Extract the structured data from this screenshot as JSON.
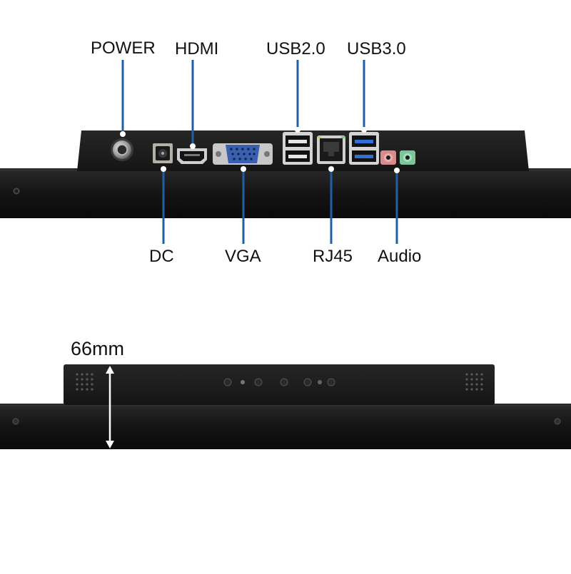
{
  "top_view": {
    "labels_above": {
      "power": "POWER",
      "hdmi": "HDMI",
      "usb2": "USB2.0",
      "usb3": "USB3.0"
    },
    "labels_below": {
      "dc": "DC",
      "vga": "VGA",
      "rj45": "RJ45",
      "audio": "Audio"
    }
  },
  "side_view": {
    "depth_label": "66mm"
  },
  "colors": {
    "callout_line": "#1f5fa8",
    "housing": "#1b1b1b",
    "bezel": "#111111",
    "usb3_blue": "#2f6fd6",
    "audio_pink": "#d98a8a",
    "audio_green": "#7cc49a",
    "vga_blue": "#3a5fb0"
  }
}
